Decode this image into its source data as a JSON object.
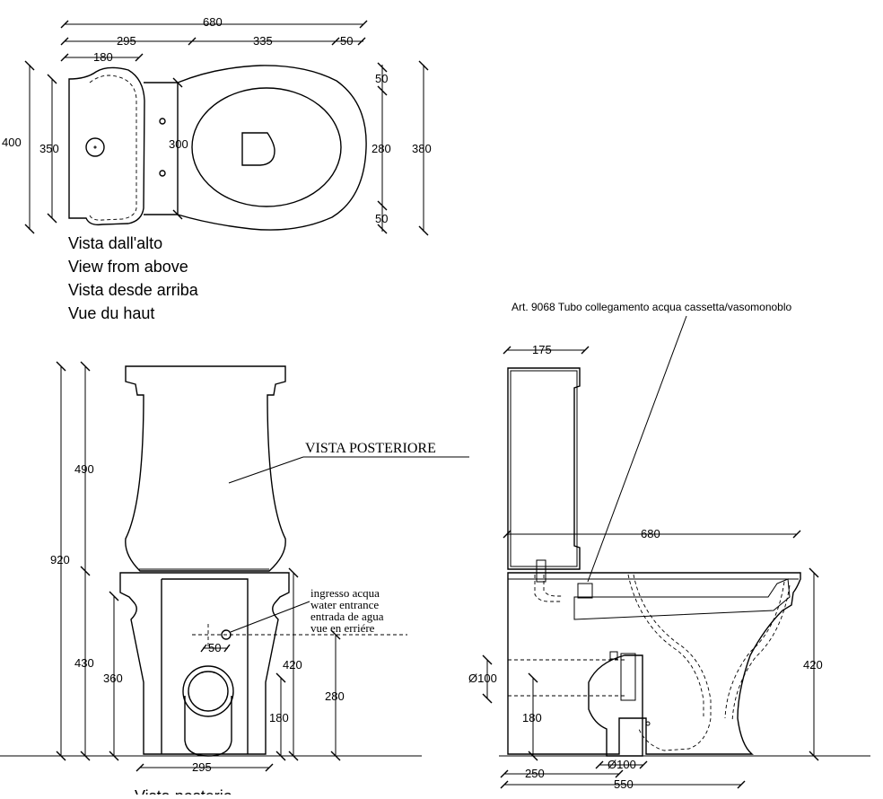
{
  "top_view": {
    "dims": {
      "overall_length": "680",
      "tank_side": "295",
      "bowl_side": "335",
      "rear_edge": "50",
      "tank_depth": "180",
      "outer_width": "400",
      "tank_width": "350",
      "neck_width": "300",
      "bowl_margin_top": "50",
      "bowl_inner_width": "280",
      "bowl_margin_bottom": "50",
      "bowl_outer_width": "380"
    },
    "captions": [
      "Vista dall'alto",
      "View from above",
      "Vista desde arriba",
      "Vue du haut"
    ]
  },
  "rear_view": {
    "label": "VISTA  POSTERIORE",
    "dims": {
      "total_height": "920",
      "tank_height": "490",
      "bowl_height": "430",
      "seat_height": "360",
      "rim_height": "420",
      "water_inlet_height": "280",
      "outlet_height": "180",
      "inlet_offset": "50",
      "base_width": "295"
    },
    "water_inlet": [
      "ingresso acqua",
      "water entrance",
      "entrada de agua",
      "vue en erriére"
    ],
    "caption_partial": "Vista posterio"
  },
  "side_view": {
    "note": "Art. 9068 Tubo collegamento acqua cassetta/vasomonoblo",
    "dims": {
      "tank_depth": "175",
      "total_length": "680",
      "rim_height": "420",
      "outlet_diameter": "Ø100",
      "outlet_height": "180",
      "base_offset": "250",
      "base_length": "550",
      "floor_outlet_diameter": "Ø100"
    }
  }
}
